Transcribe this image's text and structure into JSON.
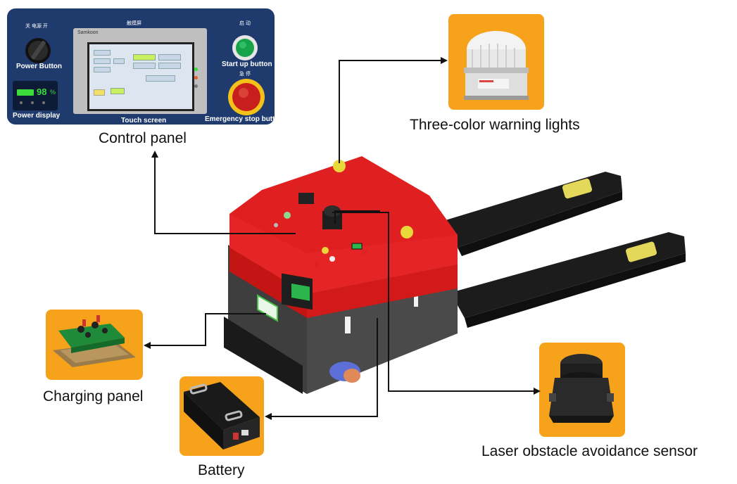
{
  "captions": {
    "control_panel": "Control panel",
    "warning_lights": "Three-color warning lights",
    "charging_panel": "Charging panel",
    "battery": "Battery",
    "laser_sensor": "Laser obstacle avoidance sensor"
  },
  "control_panel_photo": {
    "power_button": "Power Button",
    "power_display": "Power display",
    "touch_screen": "Touch screen",
    "start_up_button": "Start up button",
    "emergency_stop_button": "Emergency stop button",
    "battery_percent": "98",
    "percent_sign": "%",
    "knob_top_label": "关 电源 开",
    "screen_top_label": "触摸屏",
    "start_top_label": "启 动",
    "stop_top_label": "急 停",
    "brand": "Samkoon"
  },
  "colors": {
    "accent_orange": "#f7a21b",
    "vehicle_red": "#e02020",
    "vehicle_body": "#3c3c3c",
    "panel_blue": "#1f3b6e",
    "connector": "#111111"
  }
}
